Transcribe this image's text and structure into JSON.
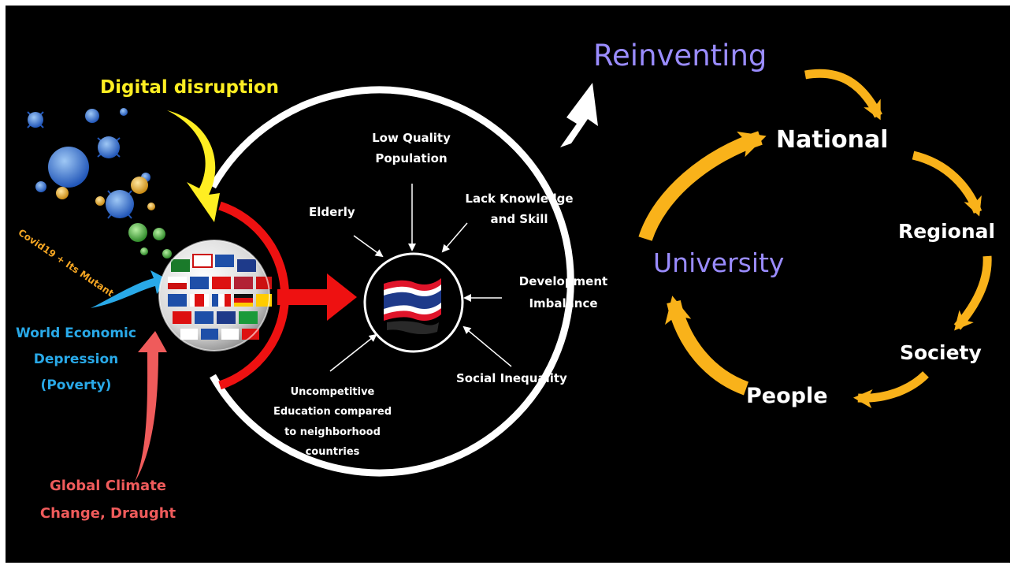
{
  "colors": {
    "background": "#000000",
    "circle": "#ffffff",
    "red_arc": "#ee1111",
    "yellow": "#ffee22",
    "blue": "#29a9e8",
    "salmon": "#ef5b5b",
    "orange": "#f9b21a",
    "purple_text": "#9a8cff",
    "virus_label": "#f5a623"
  },
  "left_factors": {
    "digital": "Digital disruption",
    "covid": "Covid19 + Its Mutant",
    "economic": [
      "World Economic",
      "Depression",
      "(Poverty)"
    ],
    "climate": [
      "Global Climate",
      "Change, Draught"
    ]
  },
  "problems": {
    "low_quality": [
      "Low Quality",
      "Population"
    ],
    "elderly": "Elderly",
    "lack_knowledge": [
      "Lack Knowledge",
      "and Skill"
    ],
    "development": [
      "Development",
      "Imbalance"
    ],
    "social": "Social Inequality",
    "education": [
      "Uncompetitive",
      "Education compared",
      "to neighborhood",
      "countries"
    ]
  },
  "cycle": {
    "reinventing": "Reinventing",
    "university": "University",
    "national": "National",
    "regional": "Regional",
    "society": "Society",
    "people": "People"
  },
  "icons": {
    "globe": "world-flags-globe-icon",
    "flag": "thailand-flag-icon",
    "virus": "virus-icon"
  }
}
